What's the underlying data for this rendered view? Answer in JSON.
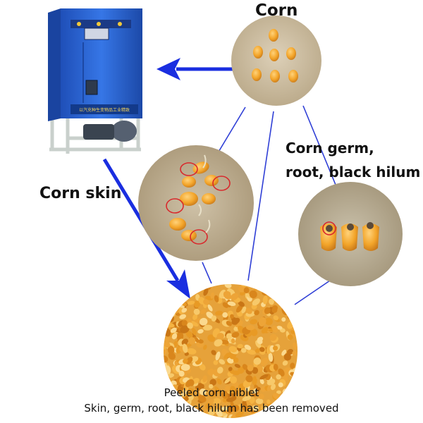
{
  "labels": {
    "corn": "Corn",
    "corn_skin": "Corn skin",
    "germ_line1": "Corn germ,",
    "germ_line2": "root, black hilum"
  },
  "caption": {
    "line1": "Peeled corn niblet",
    "line2": "Skin, germ, root, black hilum has been removed"
  },
  "machine": {
    "panel_text": "以汽充种生变物品工业精致"
  },
  "colors": {
    "arrow": "#1a2ee0",
    "connector": "#2f3fd6",
    "machine_blue": "#2a63d6",
    "machine_frame": "#cfd6d2",
    "kernel": "#f0a22a",
    "photo_bg": "#c8b89e",
    "highlight_circle": "#d9282c"
  }
}
